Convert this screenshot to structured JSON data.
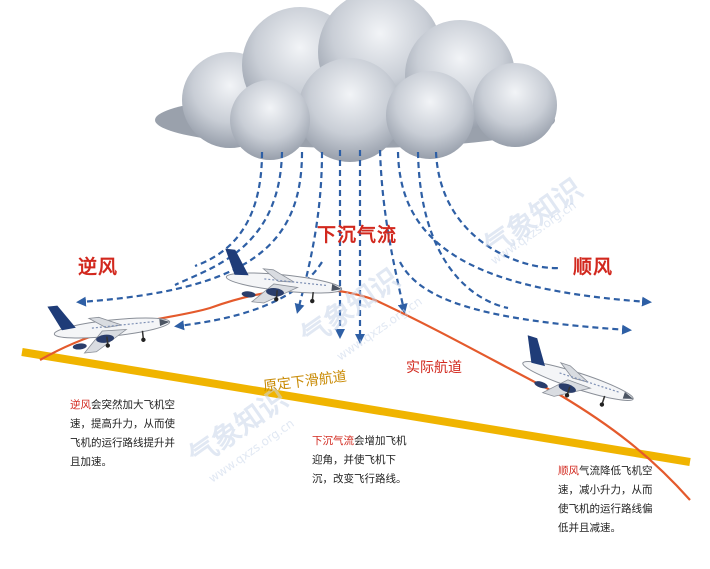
{
  "labels": {
    "downdraft": "下沉气流",
    "headwind": "逆风",
    "tailwind": "顺风",
    "glide_path": "原定下滑航道",
    "actual_path": "实际航道"
  },
  "notes": {
    "headwind_key": "逆风",
    "headwind_rest": "会突然加大飞机空速，提高升力，从而使飞机的运行路线提升并且加速。",
    "downdraft_key": "下沉气流",
    "downdraft_rest": "会增加飞机迎角，并使飞机下沉，改变飞行路线。",
    "tailwind_key": "顺风",
    "tailwind_rest": "气流降低飞机空速，减小升力，从而使飞机的运行路线偏低并且减速。"
  },
  "watermark": {
    "cn": "气象知识",
    "url": "www.qxzs.org.cn"
  },
  "colors": {
    "red": "#d2281e",
    "blue_dash": "#2e5fa5",
    "glide_yellow": "#f0b400",
    "cloud": "#c4c9d2"
  }
}
